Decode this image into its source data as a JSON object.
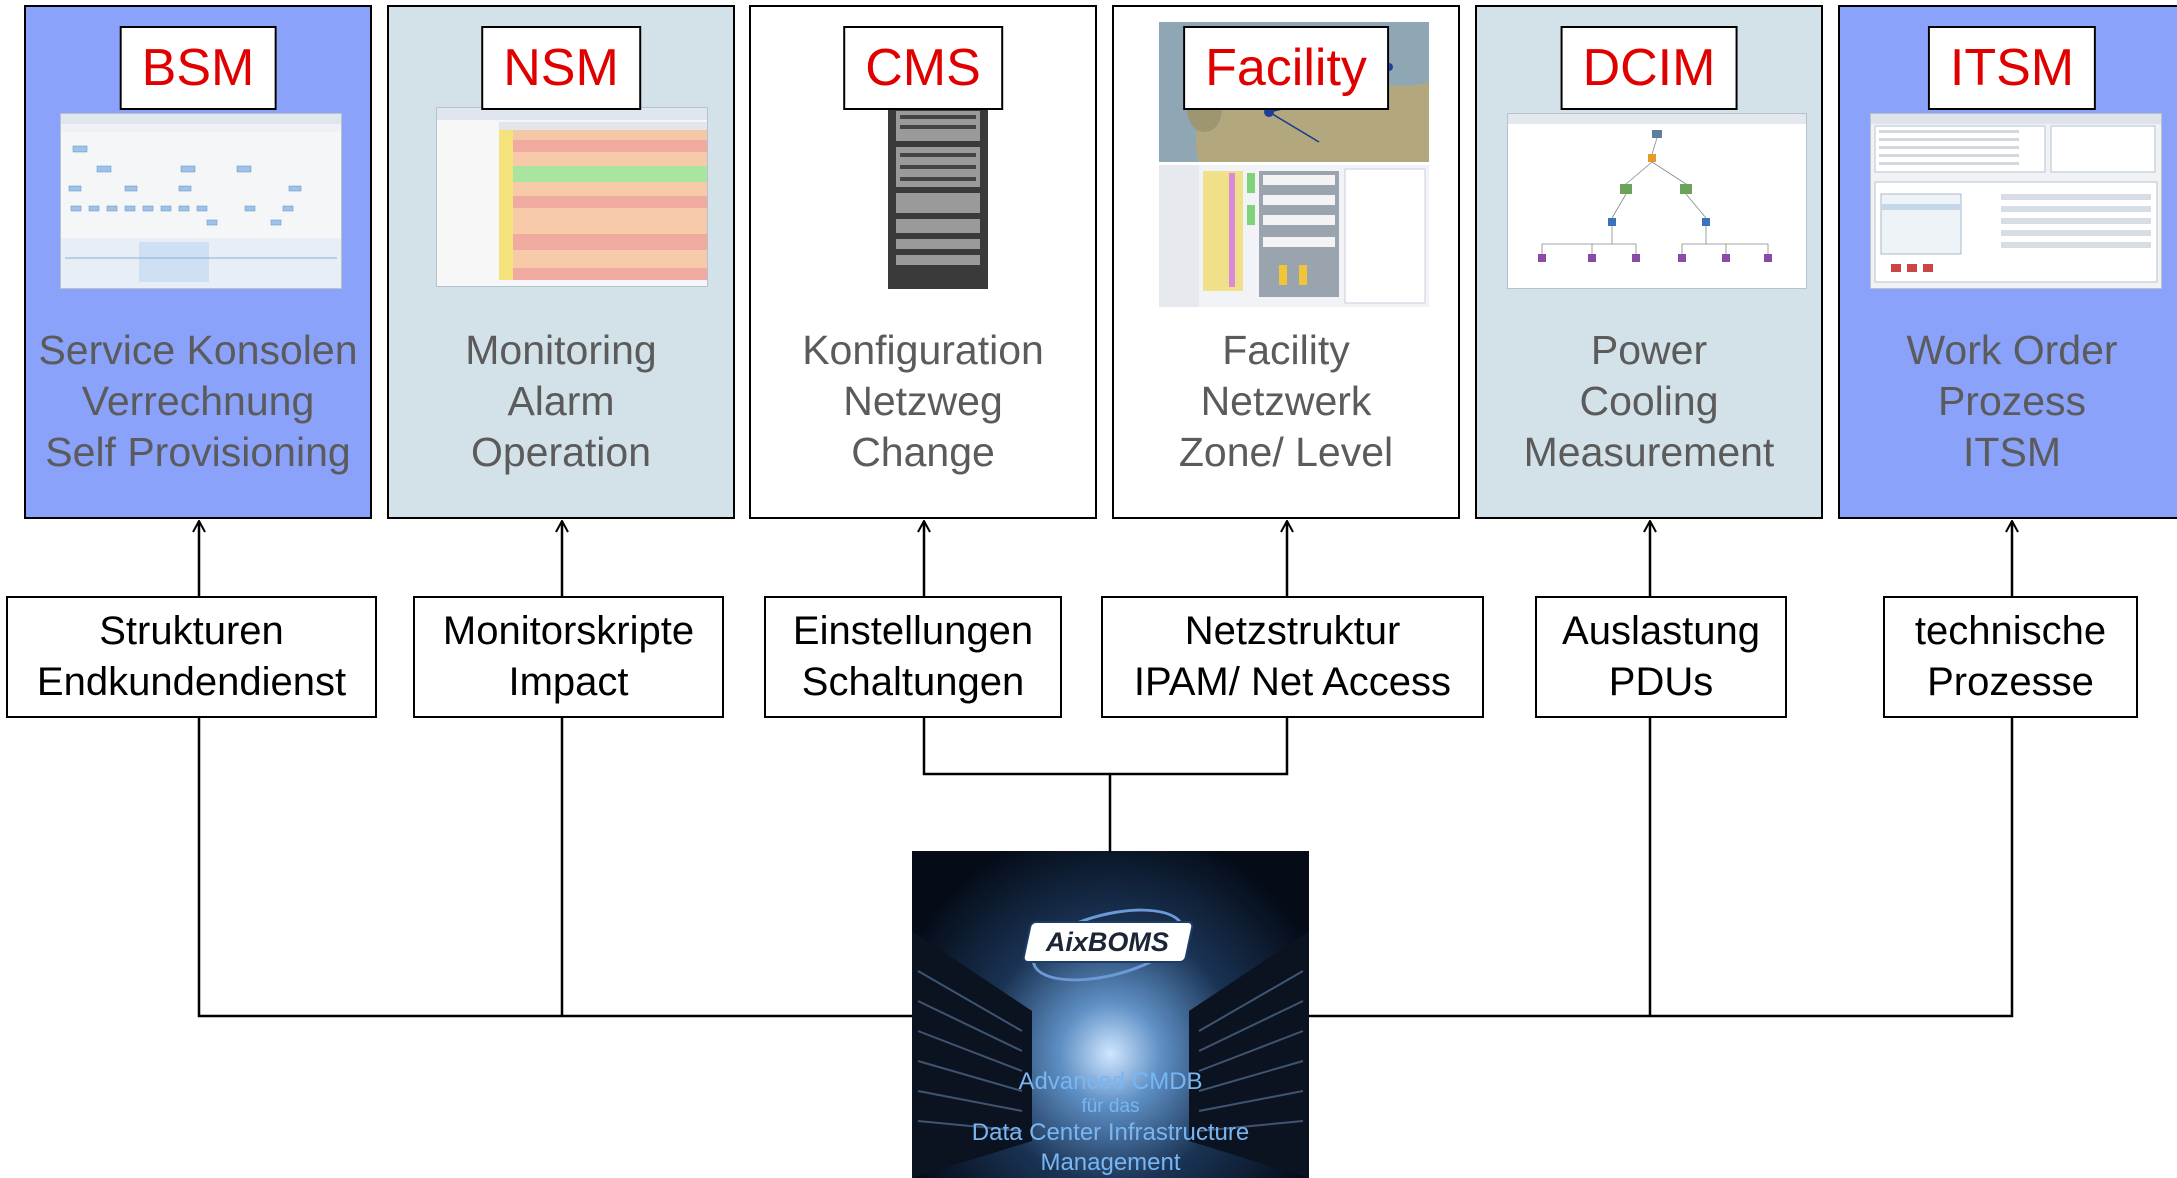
{
  "modules": [
    {
      "tag": "BSM",
      "lines": [
        "Service Konsolen",
        "Verrechnung",
        "Self Provisioning"
      ],
      "bg": "#8ba2fb"
    },
    {
      "tag": "NSM",
      "lines": [
        "Monitoring",
        "Alarm",
        "Operation"
      ],
      "bg": "#d3e2e9"
    },
    {
      "tag": "CMS",
      "lines": [
        "Konfiguration",
        "Netzweg",
        "Change"
      ],
      "bg": "#ffffff"
    },
    {
      "tag": "Facility",
      "lines": [
        "Facility",
        "Netzwerk",
        "Zone/ Level"
      ],
      "bg": "#ffffff"
    },
    {
      "tag": "DCIM",
      "lines": [
        "Power",
        "Cooling",
        "Measurement"
      ],
      "bg": "#d3e2e9"
    },
    {
      "tag": "ITSM",
      "lines": [
        "Work Order",
        "Prozess",
        "ITSM"
      ],
      "bg": "#8ba2fb"
    }
  ],
  "boxes": [
    {
      "lines": [
        "Strukturen",
        "Endkundendienst"
      ]
    },
    {
      "lines": [
        "Monitorskripte",
        "Impact"
      ]
    },
    {
      "lines": [
        "Einstellungen",
        "Schaltungen"
      ]
    },
    {
      "lines": [
        "Netzstruktur",
        "IPAM/ Net Access"
      ]
    },
    {
      "lines": [
        "Auslastung",
        "PDUs"
      ]
    },
    {
      "lines": [
        "technische",
        "Prozesse"
      ]
    }
  ],
  "center": {
    "logo": "AixBOMS",
    "lines": [
      "Advanced CMDB",
      "für das",
      "Data Center Infrastructure",
      "Management"
    ]
  }
}
